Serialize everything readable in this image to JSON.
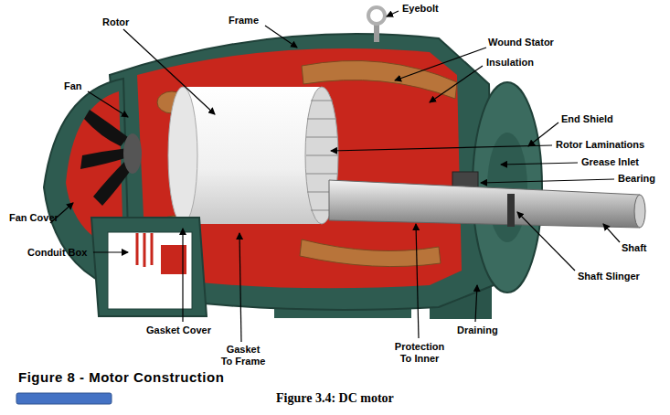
{
  "diagram": {
    "caption": "Figure 3.4: DC motor",
    "labels": [
      "Eyebolt",
      "Frame",
      "Rotor",
      "Wound Stator",
      "Insulation",
      "Fan",
      "End Shield",
      "Rotor Laminations",
      "Grease Inlet",
      "Bearing",
      "Fan Cover",
      "Conduit Box",
      "Shaft",
      "Shaft Slinger",
      "Gasket Cover",
      "Gasket To Frame",
      "Draining",
      "Protection To Inner",
      "Figure 8 - Motor Construction"
    ]
  }
}
